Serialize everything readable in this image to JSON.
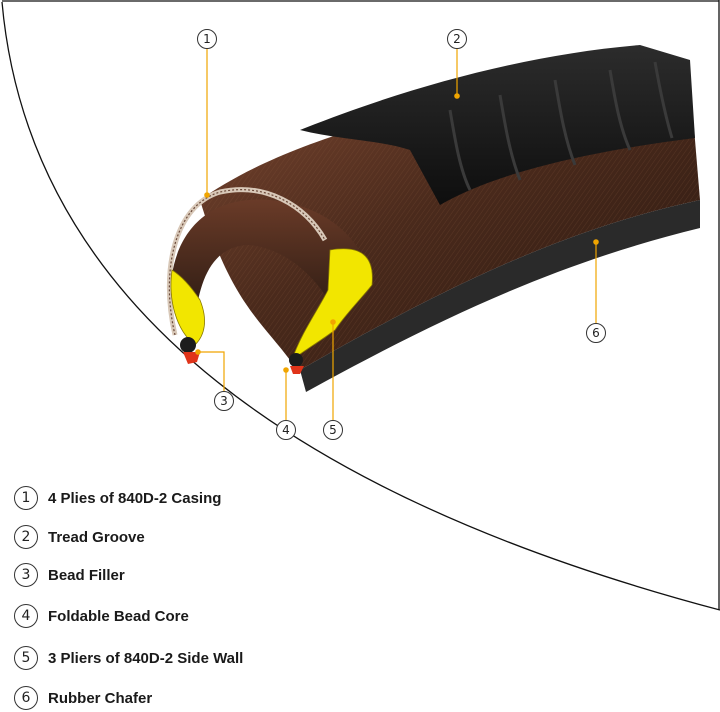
{
  "callouts": [
    {
      "num": "1",
      "label": "4 Plies of 840D-2 Casing"
    },
    {
      "num": "2",
      "label": "Tread Groove"
    },
    {
      "num": "3",
      "label": "Bead Filler"
    },
    {
      "num": "4",
      "label": "Foldable Bead Core"
    },
    {
      "num": "5",
      "label": "3 Pliers of 840D-2 Side Wall"
    },
    {
      "num": "6",
      "label": "Rubber Chafer"
    }
  ],
  "colors": {
    "tread": "#1b1b1b",
    "casing_brown": "#5a3322",
    "bead_filler_yellow": "#f2e600",
    "bead_core_red": "#e0341a",
    "leader_line": "#f0a500",
    "outline": "#222222"
  }
}
